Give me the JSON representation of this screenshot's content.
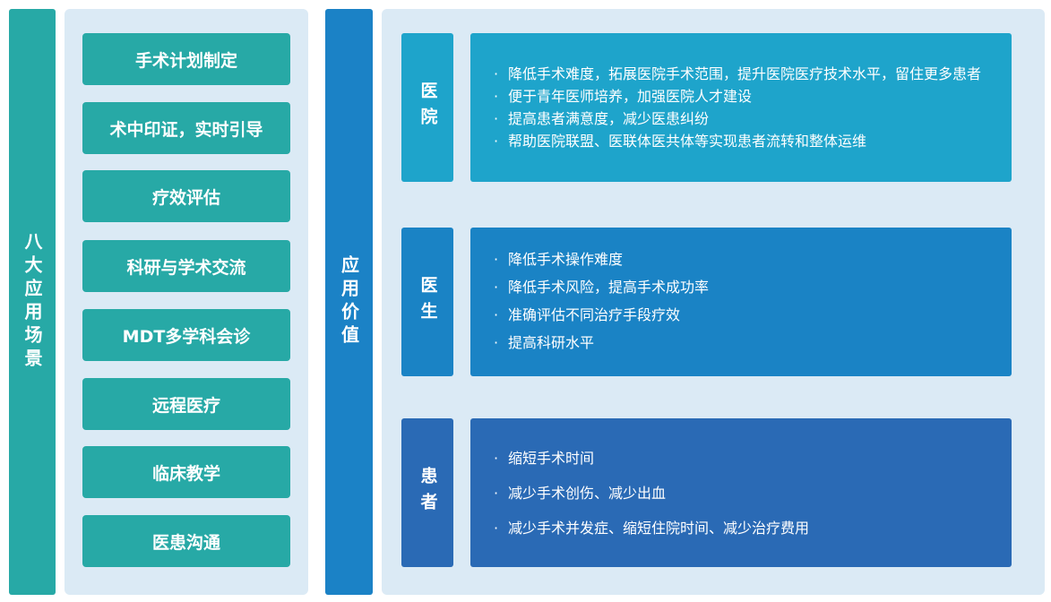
{
  "scenarios": {
    "title": "八大应用场景",
    "items": [
      "手术计划制定",
      "术中印证，实时引导",
      "疗效评估",
      "科研与学术交流",
      "MDT多学科会诊",
      "远程医疗",
      "临床教学",
      "医患沟通"
    ]
  },
  "values": {
    "title": "应用价值",
    "groups": [
      {
        "role": "医院",
        "benefits": [
          "降低手术难度，拓展医院手术范围，提升医院医疗技术水平，留住更多患者",
          "便于青年医师培养，加强医院人才建设",
          "提高患者满意度，减少医患纠纷",
          "帮助医院联盟、医联体医共体等实现患者流转和整体运维"
        ]
      },
      {
        "role": "医生",
        "benefits": [
          "降低手术操作难度",
          "降低手术风险，提高手术成功率",
          "准确评估不同治疗手段疗效",
          "提高科研水平"
        ]
      },
      {
        "role": "患者",
        "benefits": [
          "缩短手术时间",
          "减少手术创伤、减少出血",
          "减少手术并发症、缩短住院时间、减少治疗费用"
        ]
      }
    ]
  },
  "colors": {
    "teal": "#27a9a6",
    "panel": "#dbeaf5",
    "value_bar": "#1b82c6",
    "hospital": "#1ea4cb",
    "doctor": "#1a83c5",
    "patient": "#2a6ab5"
  }
}
